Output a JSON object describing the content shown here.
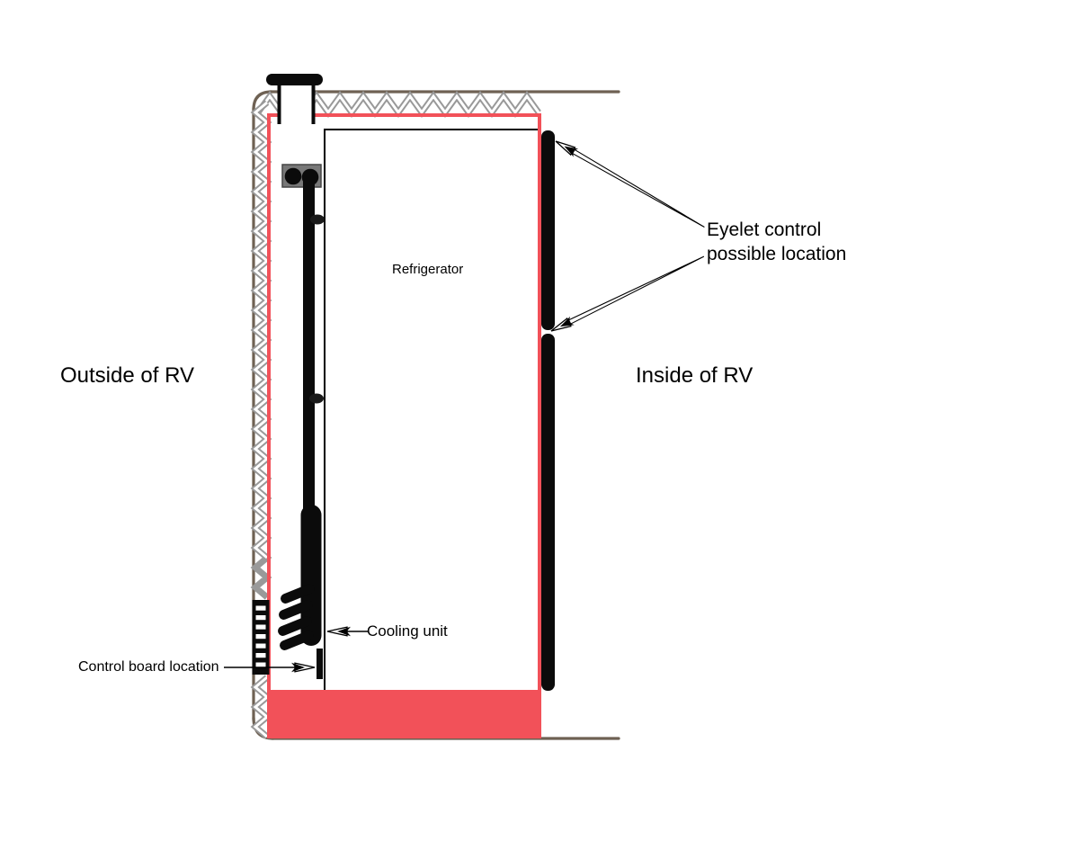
{
  "labels": {
    "outside_rv": "Outside of RV",
    "inside_rv": "Inside of RV",
    "refrigerator": "Refrigerator",
    "cooling_unit": "Cooling unit",
    "control_board": "Control board location",
    "eyelet_line1": "Eyelet control",
    "eyelet_line2": "possible location"
  },
  "colors": {
    "wall_brown": "#6E6153",
    "inner_red": "#F25159",
    "insulation_gray": "#999999",
    "burner_gray": "#787878",
    "component_black": "#0B0B0B"
  }
}
